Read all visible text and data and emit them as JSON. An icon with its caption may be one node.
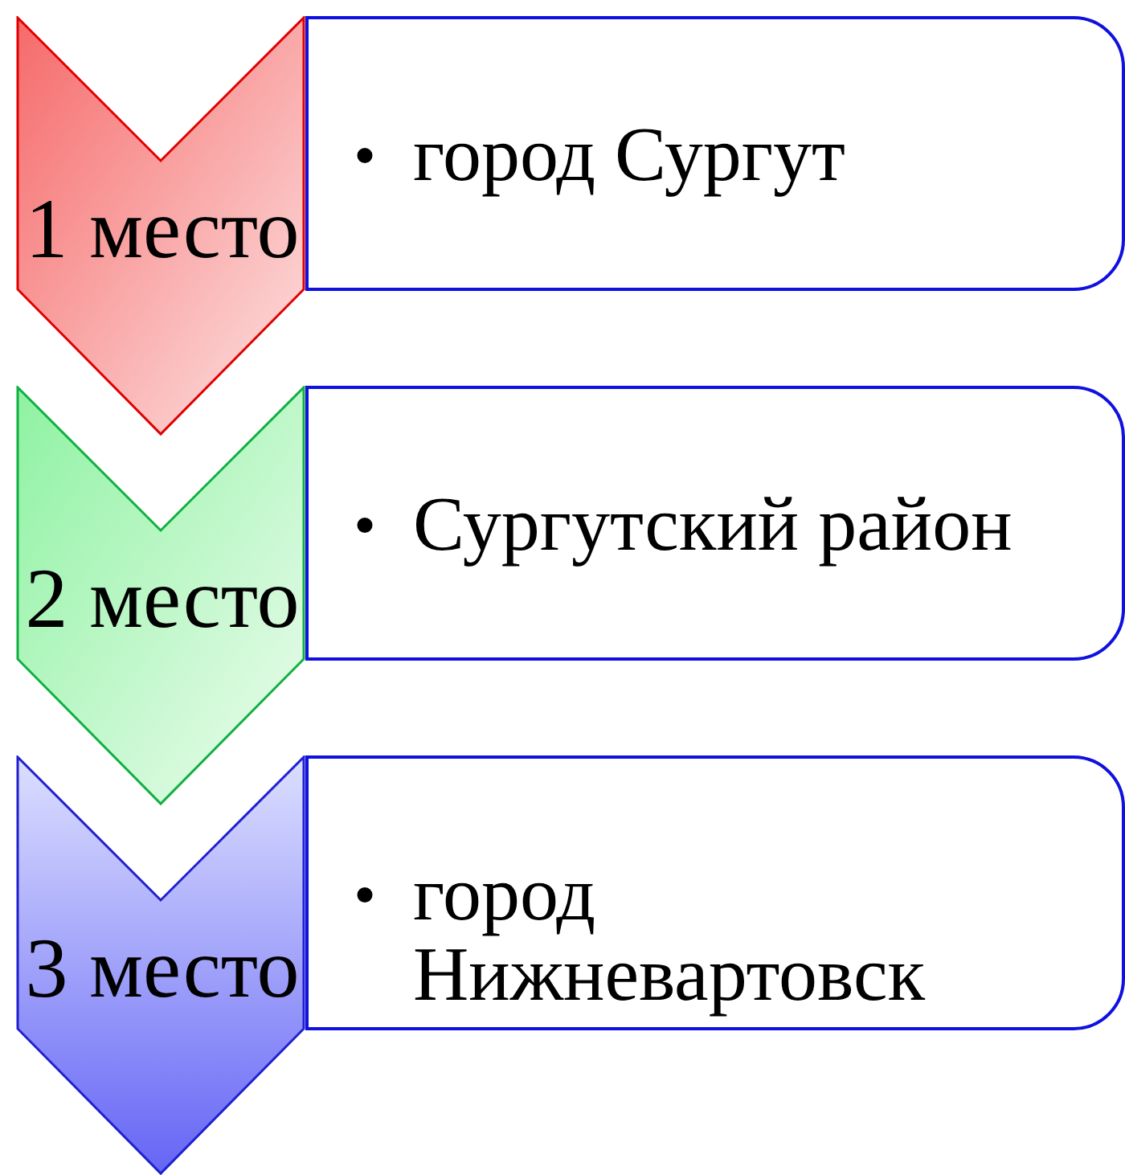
{
  "diagram": {
    "nodes": [
      {
        "text": [
          "1 место"
        ]
      },
      {
        "text": [
          "•",
          "город Сургут"
        ]
      },
      {
        "text": [
          "2 место"
        ]
      },
      {
        "text": [
          "•",
          "Сургутский район"
        ]
      },
      {
        "text": [
          "3 место"
        ]
      },
      {
        "text": [
          "•",
          "город Нижневартовск"
        ]
      }
    ]
  }
}
